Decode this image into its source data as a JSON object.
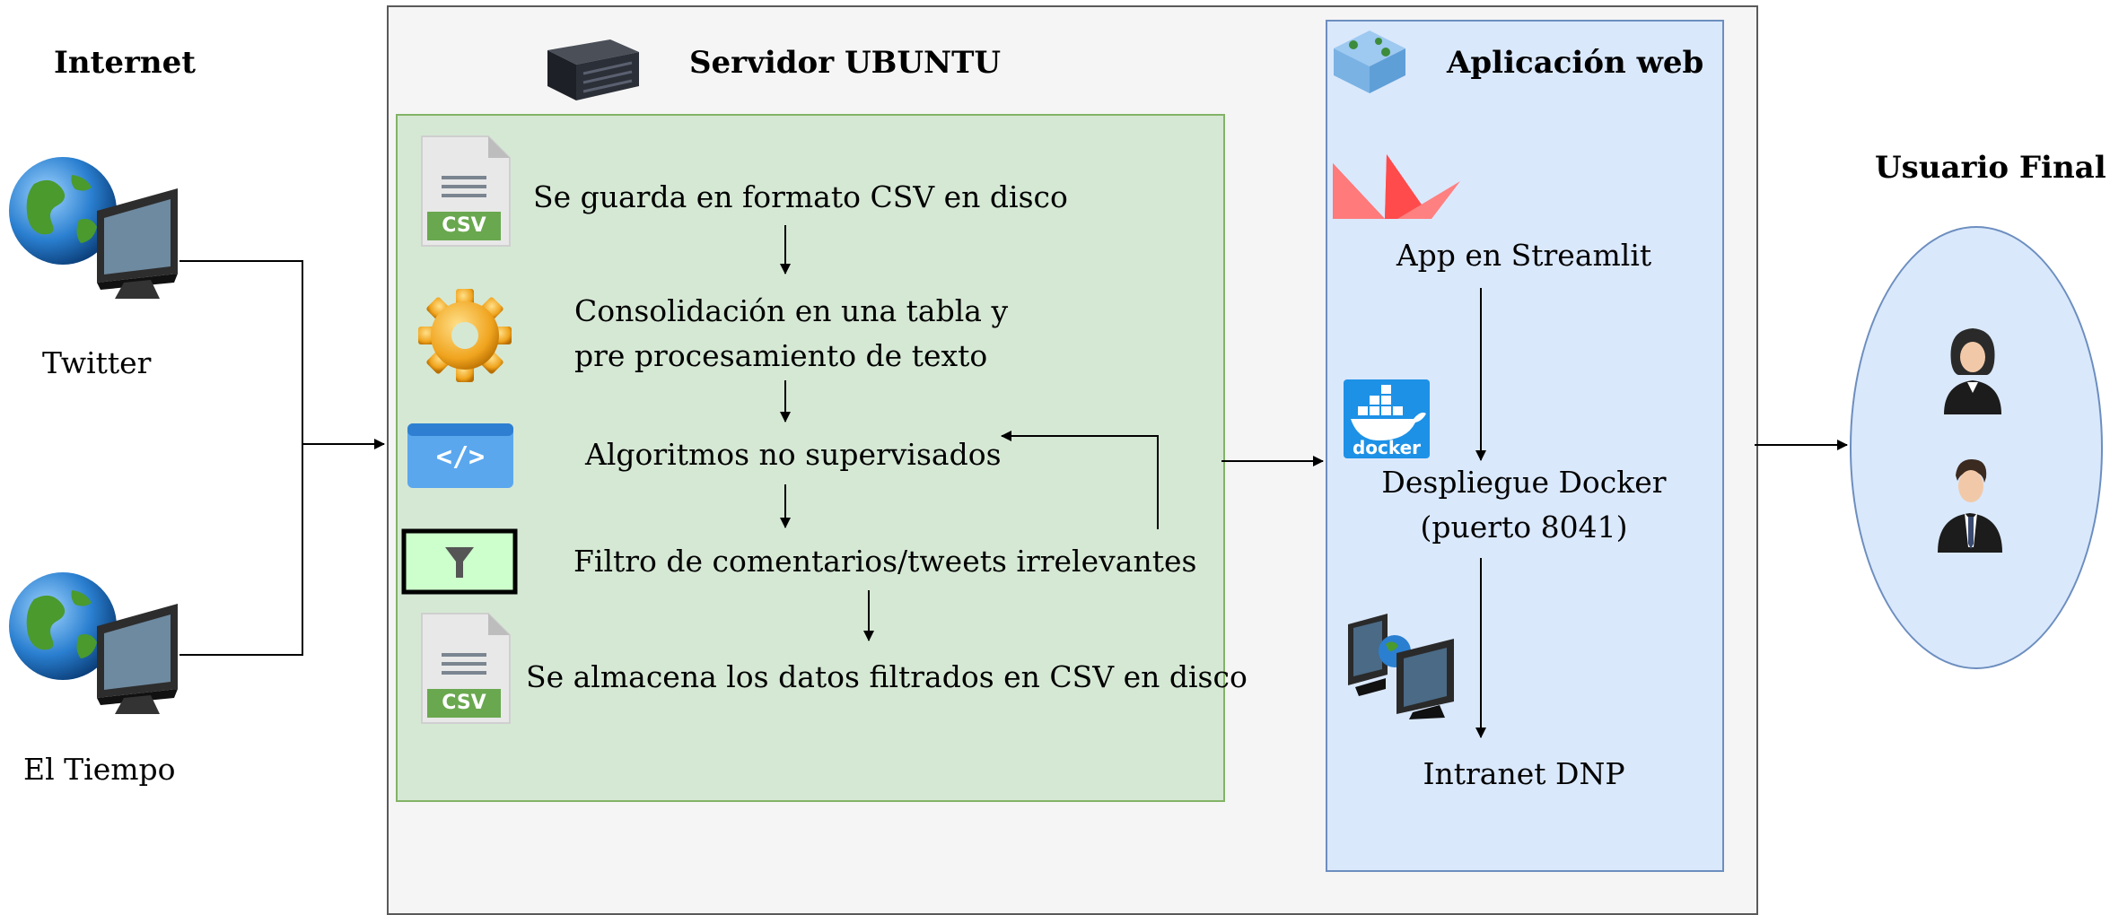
{
  "internet": {
    "title": "Internet",
    "sources": [
      {
        "label": "Twitter",
        "icon": "globe-monitor-icon"
      },
      {
        "label": "El Tiempo",
        "icon": "globe-monitor-icon"
      }
    ]
  },
  "server": {
    "title": "Servidor UBUNTU",
    "icon": "server-icon",
    "steps": [
      {
        "text": "Se guarda en formato CSV en disco",
        "icon": "csv-file-icon",
        "icon_text": "CSV"
      },
      {
        "text_line1": "Consolidación en una tabla y",
        "text_line2": "pre procesamiento de texto",
        "icon": "gear-icon"
      },
      {
        "text": "Algoritmos no supervisados",
        "icon": "code-window-icon",
        "icon_text": "</>"
      },
      {
        "text": "Filtro de comentarios/tweets irrelevantes",
        "icon": "funnel-filter-icon"
      },
      {
        "text": "Se almacena los datos filtrados en CSV en disco",
        "icon": "csv-file-icon",
        "icon_text": "CSV"
      }
    ]
  },
  "webapp": {
    "title": "Aplicación web",
    "icon": "cloud-app-icon",
    "items": [
      {
        "text": "App en Streamlit",
        "icon": "streamlit-icon"
      },
      {
        "text_line1": "Despliegue Docker",
        "text_line2": "(puerto 8041)",
        "icon": "docker-icon",
        "icon_text": "docker"
      },
      {
        "text": "Intranet DNP",
        "icon": "network-computers-icon"
      }
    ]
  },
  "end_user": {
    "title": "Usuario Final",
    "icons": [
      "woman-user-icon",
      "man-user-icon"
    ]
  },
  "colors": {
    "server_bg": "#f5f5f5",
    "process_bg": "#d5e8d4",
    "process_border": "#82b366",
    "webapp_bg": "#dae8fc",
    "webapp_border": "#6c8ebf",
    "streamlit": "#ff4b4b",
    "docker": "#1d91e6",
    "csv_badge": "#6aa84f"
  }
}
